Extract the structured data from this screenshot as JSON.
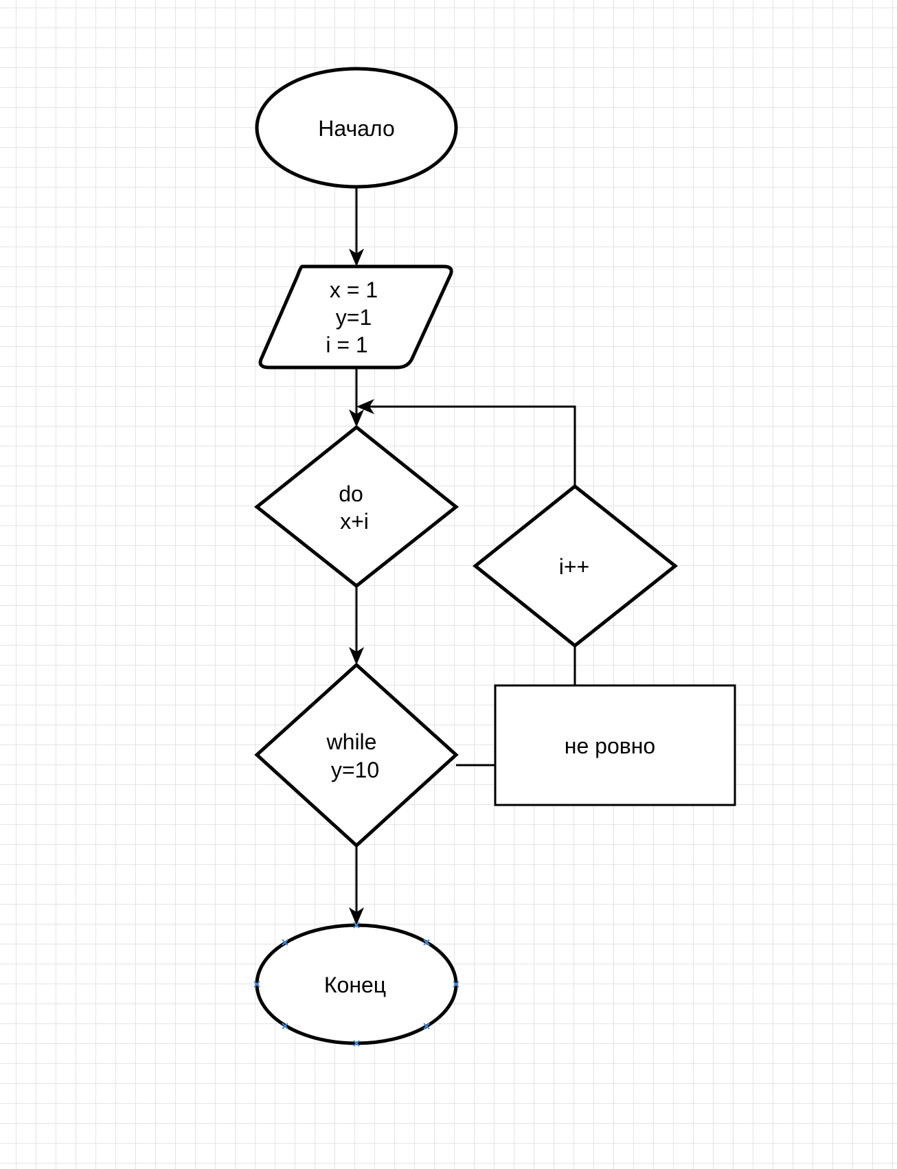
{
  "nodes": {
    "start": {
      "label": "Начало"
    },
    "input": {
      "lines": [
        "x = 1",
        "y=1",
        "i = 1"
      ]
    },
    "do_block": {
      "lines": [
        "do",
        "x+i"
      ]
    },
    "while_cond": {
      "lines": [
        "while",
        "y=10"
      ]
    },
    "increment": {
      "label": "i++"
    },
    "not_equal": {
      "label": "не ровно"
    },
    "end": {
      "label": "Конец"
    }
  }
}
